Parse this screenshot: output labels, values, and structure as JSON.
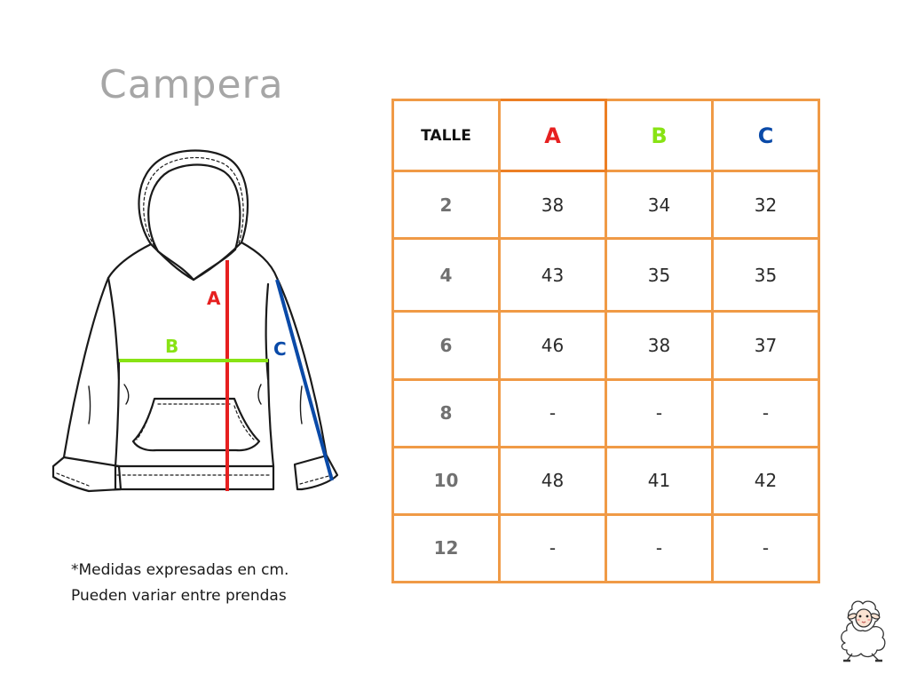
{
  "title": "Campera",
  "garment_labels": {
    "a": "A",
    "b": "B",
    "c": "C"
  },
  "colors": {
    "a": "#e62020",
    "b": "#88e314",
    "c": "#0a4aa8",
    "table_border": "#f09a46"
  },
  "table": {
    "header": {
      "talle": "TALLE",
      "a": "A",
      "b": "B",
      "c": "C"
    },
    "rows": [
      {
        "talle": "2",
        "a": "38",
        "b": "34",
        "c": "32"
      },
      {
        "talle": "4",
        "a": "43",
        "b": "35",
        "c": "35"
      },
      {
        "talle": "6",
        "a": "46",
        "b": "38",
        "c": "37"
      },
      {
        "talle": "8",
        "a": "-",
        "b": "-",
        "c": "-"
      },
      {
        "talle": "10",
        "a": "48",
        "b": "41",
        "c": "42"
      },
      {
        "talle": "12",
        "a": "-",
        "b": "-",
        "c": "-"
      }
    ]
  },
  "note": {
    "line1": "*Medidas expresadas en cm.",
    "line2": "Pueden variar entre prendas"
  },
  "icons": {
    "hoodie": "hoodie-illustration",
    "mascot": "sheep-mascot-icon"
  }
}
